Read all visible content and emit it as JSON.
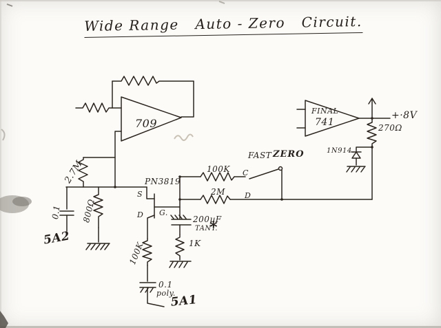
{
  "title": "Wide Range   Auto - Zero   Circuit.",
  "opamps": {
    "first": "709",
    "final_line1": "FINAL",
    "final_line2": "741"
  },
  "labels": {
    "r_2m7": "2.7M",
    "c_01_left": "0.1",
    "r_800": "800Ω",
    "tp_5a2": "5A2",
    "fet_part": "PN3819",
    "fet_source": "S",
    "fet_gate": "G.",
    "fet_drain": "D",
    "r_100k_upper": "100K",
    "r_2m": "2M",
    "fast": "FAST",
    "zero": "ZERO",
    "switch_c": "C",
    "switch_d": "D",
    "c_200uf": "200µF",
    "c_200uf_type": "TANT.",
    "asterisk": "*",
    "r_1k": "1K",
    "r_100k_lower": "100K",
    "c_01_lower": "0.1",
    "c_01_type": "poly.",
    "tp_5a1": "5A1",
    "supply": "+·8V",
    "r_270": "270Ω",
    "diode": "1N914."
  }
}
